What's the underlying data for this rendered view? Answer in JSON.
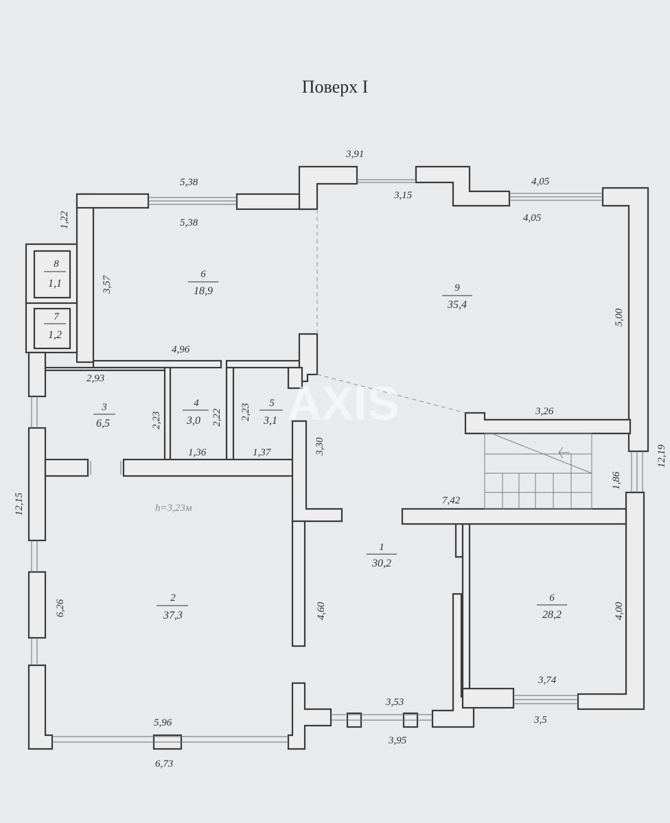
{
  "title": "Поверх I",
  "watermark": "AXIS",
  "ceiling_height": "h=3,23м",
  "rooms": [
    {
      "id": "r8",
      "num": "8",
      "area": "1,1"
    },
    {
      "id": "r7",
      "num": "7",
      "area": "1,2"
    },
    {
      "id": "r6a",
      "num": "6",
      "area": "18,9"
    },
    {
      "id": "r9",
      "num": "9",
      "area": "35,4"
    },
    {
      "id": "r3",
      "num": "3",
      "area": "6,5"
    },
    {
      "id": "r4",
      "num": "4",
      "area": "3,0"
    },
    {
      "id": "r5",
      "num": "5",
      "area": "3,1"
    },
    {
      "id": "r2",
      "num": "2",
      "area": "37,3"
    },
    {
      "id": "r1",
      "num": "1",
      "area": "30,2"
    },
    {
      "id": "r6b",
      "num": "6",
      "area": "28,2"
    }
  ],
  "dimensions": {
    "top_391": "3,91",
    "top_538_outer": "5,38",
    "top_538_inner": "5,38",
    "top_315": "3,15",
    "top_405_outer": "4,05",
    "top_405_inner": "4,05",
    "left_122": "1,22",
    "r6_357": "3,57",
    "r9_500": "5,00",
    "r6_496": "4,96",
    "r3_293": "2,93",
    "r3_223": "2,23",
    "r4_222": "2,22",
    "r5_223": "2,23",
    "r4_136": "1,36",
    "r5_137": "1,37",
    "hall_330": "3,30",
    "r9_326": "3,26",
    "total_1215": "12,15",
    "total_1219": "12,19",
    "stair_186": "1,86",
    "hall_742": "7,42",
    "r2_626": "6,26",
    "hall_460": "4,60",
    "r6b_400": "4,00",
    "r6b_374": "3,74",
    "hall_353": "3,53",
    "r2_596": "5,96",
    "bottom_673": "6,73",
    "bottom_395": "3,95",
    "right_bottom": "3,5"
  }
}
